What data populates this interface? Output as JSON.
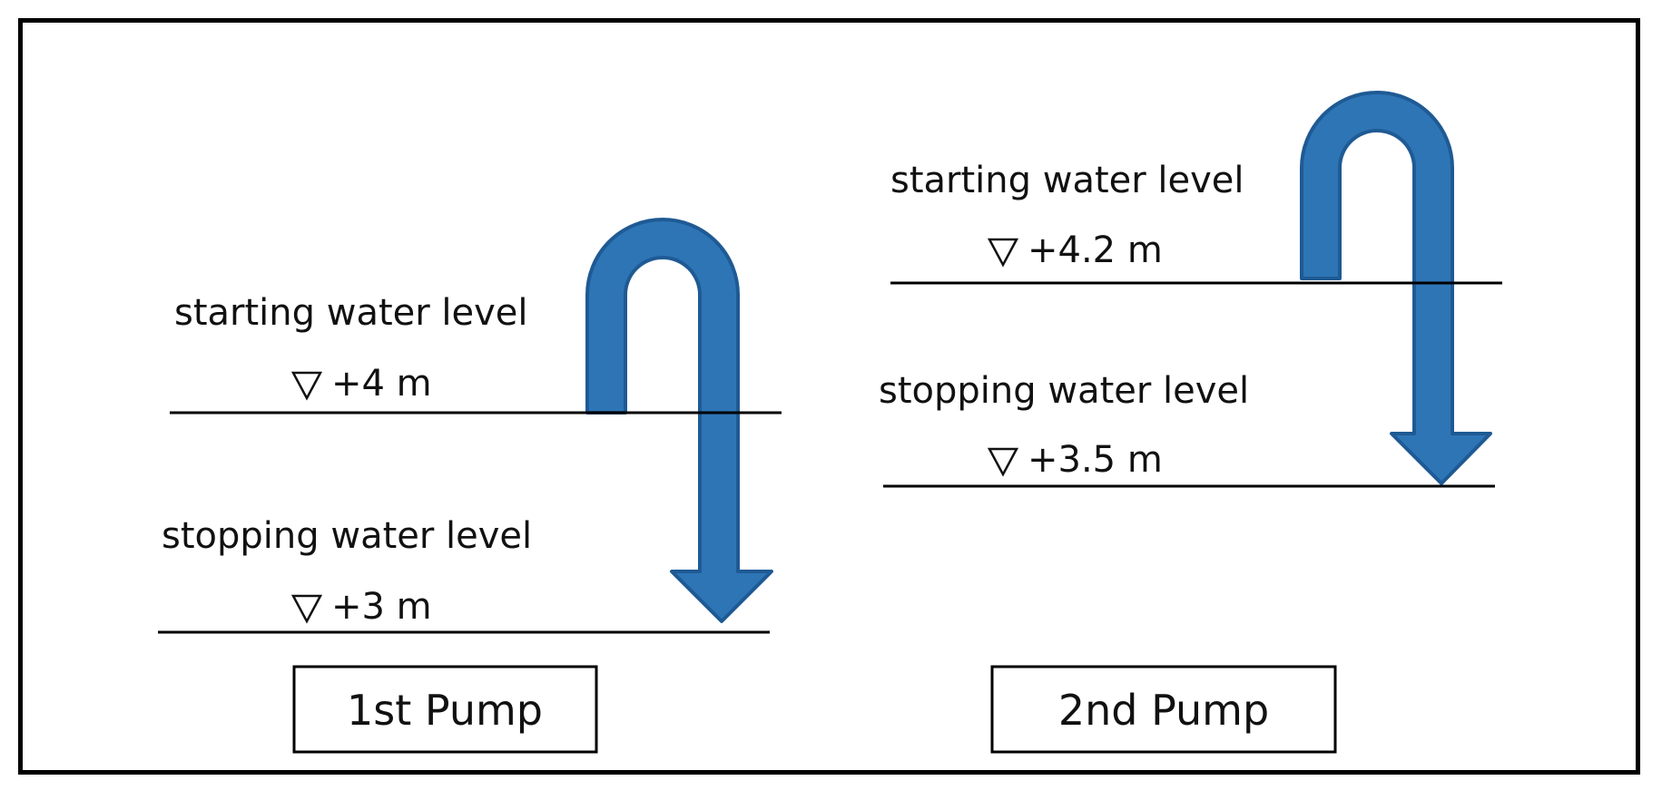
{
  "colors": {
    "frame": "#000000",
    "arrow_fill": "#2e75b6",
    "arrow_stroke": "#1f5a94",
    "line": "#000000",
    "text": "#111111"
  },
  "pumps": [
    {
      "name": "1st Pump",
      "start_label": "starting water level",
      "start_level": "+4 m",
      "stop_label": "stopping water level",
      "stop_level": "+3 m"
    },
    {
      "name": "2nd Pump",
      "start_label": "starting water level",
      "start_level": "+4.2 m",
      "stop_label": "stopping water level",
      "stop_level": "+3.5 m"
    }
  ]
}
